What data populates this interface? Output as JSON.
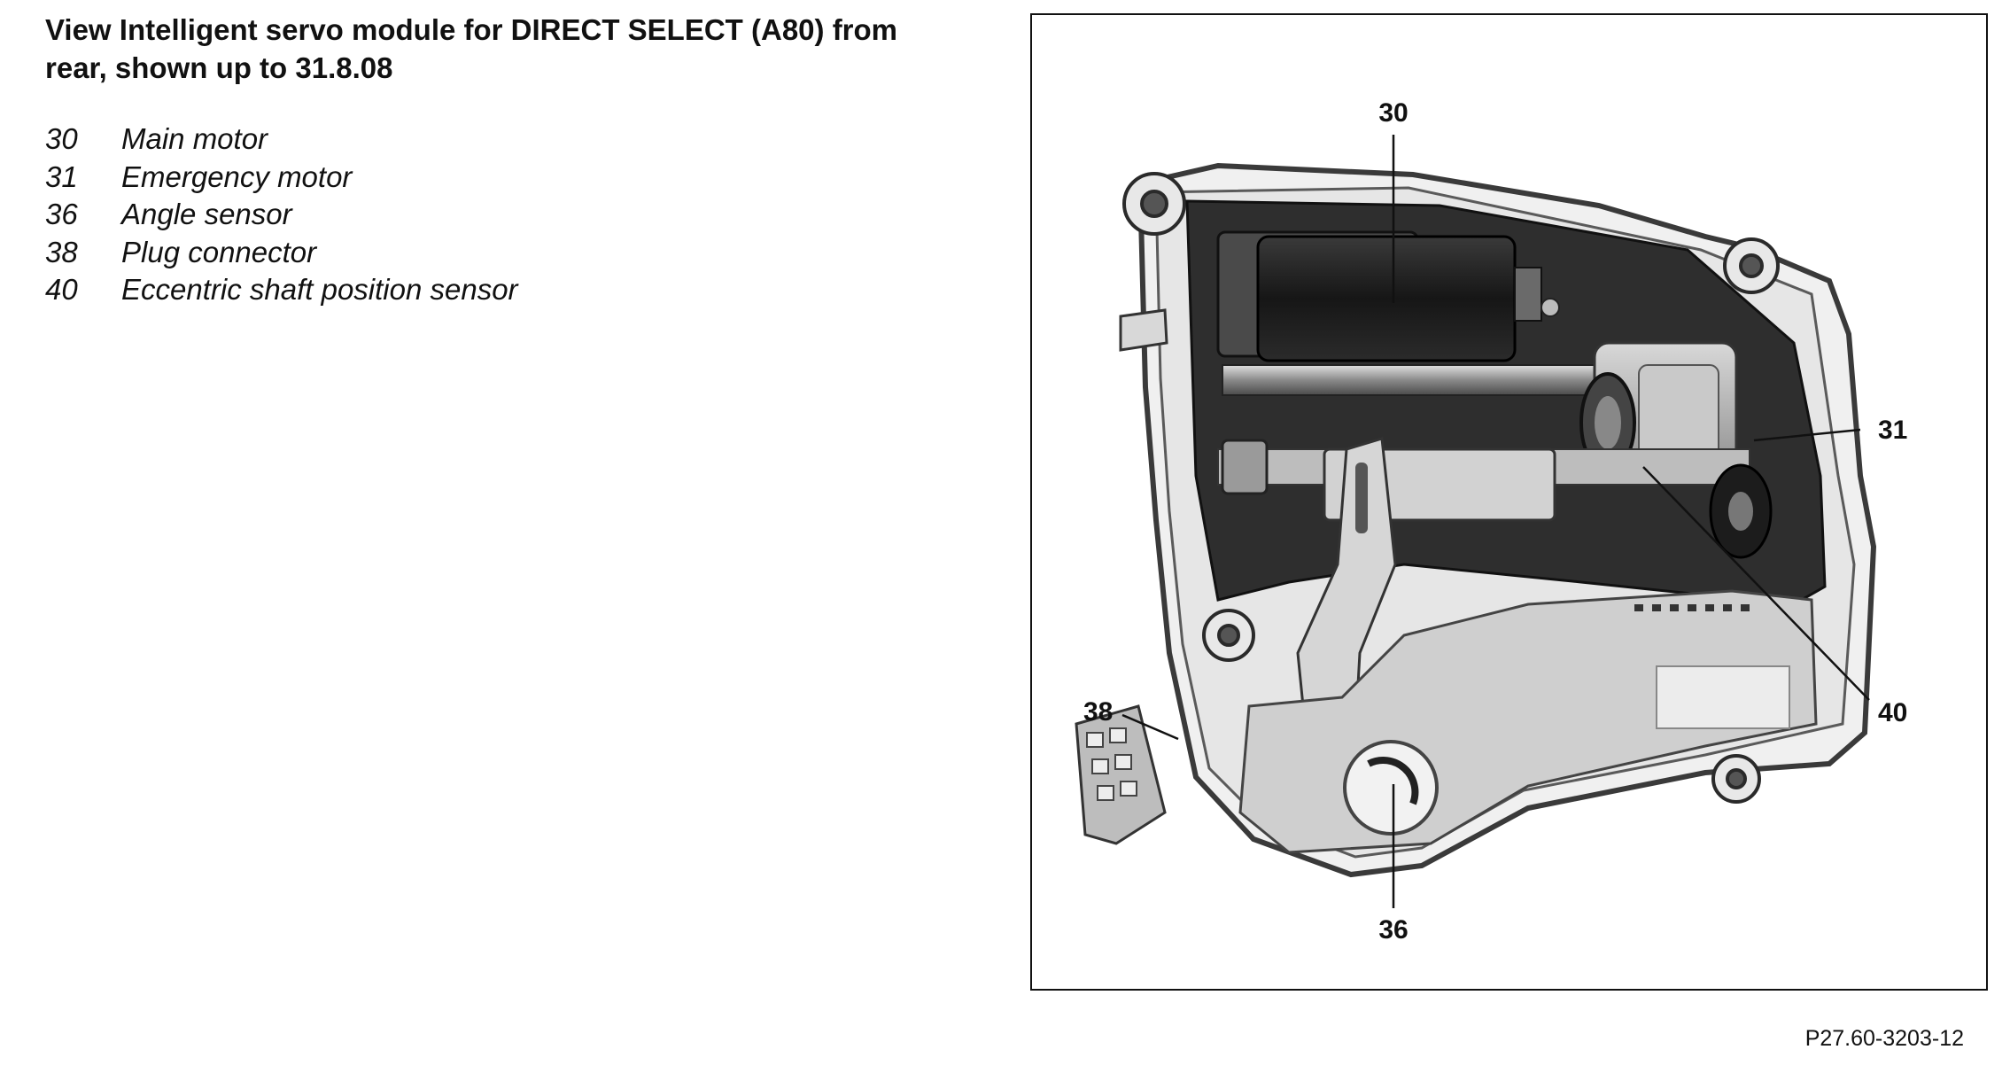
{
  "title": "View  Intelligent servo module for DIRECT SELECT (A80) from rear, shown up to 31.8.08",
  "legend": [
    {
      "num": "30",
      "label": "Main motor"
    },
    {
      "num": "31",
      "label": "Emergency motor"
    },
    {
      "num": "36",
      "label": "Angle sensor"
    },
    {
      "num": "38",
      "label": "Plug connector"
    },
    {
      "num": "40",
      "label": "Eccentric shaft position sensor"
    }
  ],
  "callouts": {
    "c30": "30",
    "c31": "31",
    "c36": "36",
    "c38": "38",
    "c40": "40"
  },
  "figure_ref": "P27.60-3203-12"
}
